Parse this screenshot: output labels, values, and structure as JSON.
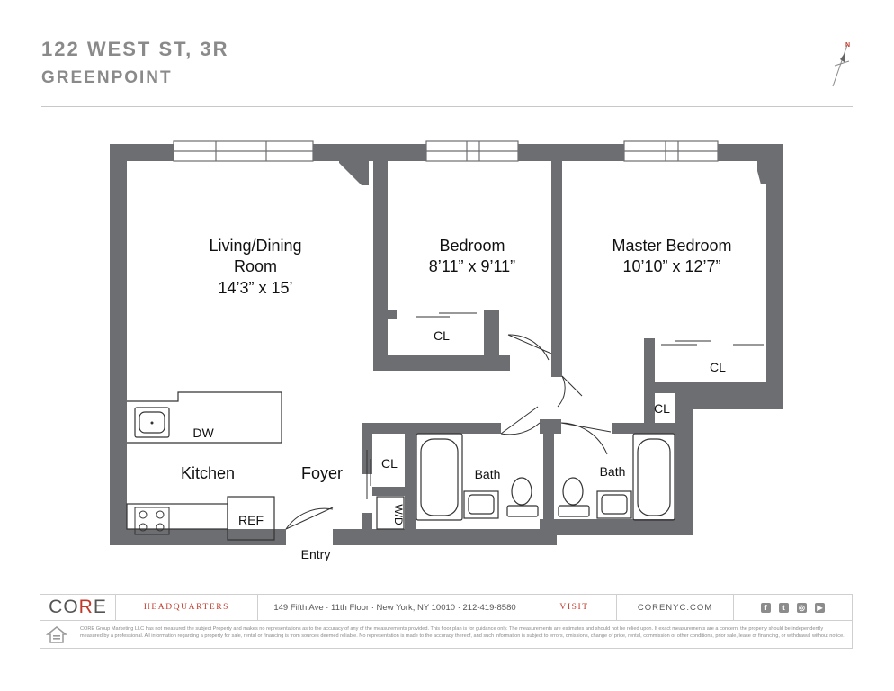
{
  "header": {
    "address": "122 WEST ST, 3R",
    "neighborhood": "GREENPOINT",
    "compass_letter": "N"
  },
  "rooms": {
    "living_name_1": "Living/Dining",
    "living_name_2": "Room",
    "living_dims": "14’3” x 15’",
    "bedroom_name": "Bedroom",
    "bedroom_dims": "8’11” x 9’11”",
    "master_name": "Master Bedroom",
    "master_dims": "10’10” x 12’7”",
    "closet": "CL",
    "kitchen": "Kitchen",
    "foyer": "Foyer",
    "bath": "Bath",
    "dishwasher": "DW",
    "refrigerator": "REF",
    "washer_dryer": "W/D",
    "entry": "Entry"
  },
  "footer": {
    "logo_prefix": "CO",
    "logo_r": "R",
    "logo_suffix": "E",
    "headquarters_label": "HEADQUARTERS",
    "address": "149 Fifth Ave · 11th Floor · New York, NY 10010 · 212-419-8580",
    "visit_label": "VISIT",
    "website": "CORENYC.COM",
    "social_icons": [
      "facebook-icon",
      "twitter-icon",
      "instagram-icon",
      "youtube-icon"
    ],
    "disclaimer": "CORE Group Marketing LLC has not measured the subject Property and makes no representations as to the accuracy of any of the measurements provided. This floor plan is for guidance only. The measurements are estimates and should not be relied upon. If exact measurements are a concern, the property should be independently measured by a professional. All information regarding a property for sale, rental or financing is from sources deemed reliable. No representation is made to the accuracy thereof, and such information is subject to errors, omissions, change of price, rental, commission or other conditions, prior sale, lease or financing, or withdrawal without notice."
  },
  "colors": {
    "wall": "#6d6e71",
    "accent": "#c0392b",
    "header_text": "#8a8a8a"
  }
}
